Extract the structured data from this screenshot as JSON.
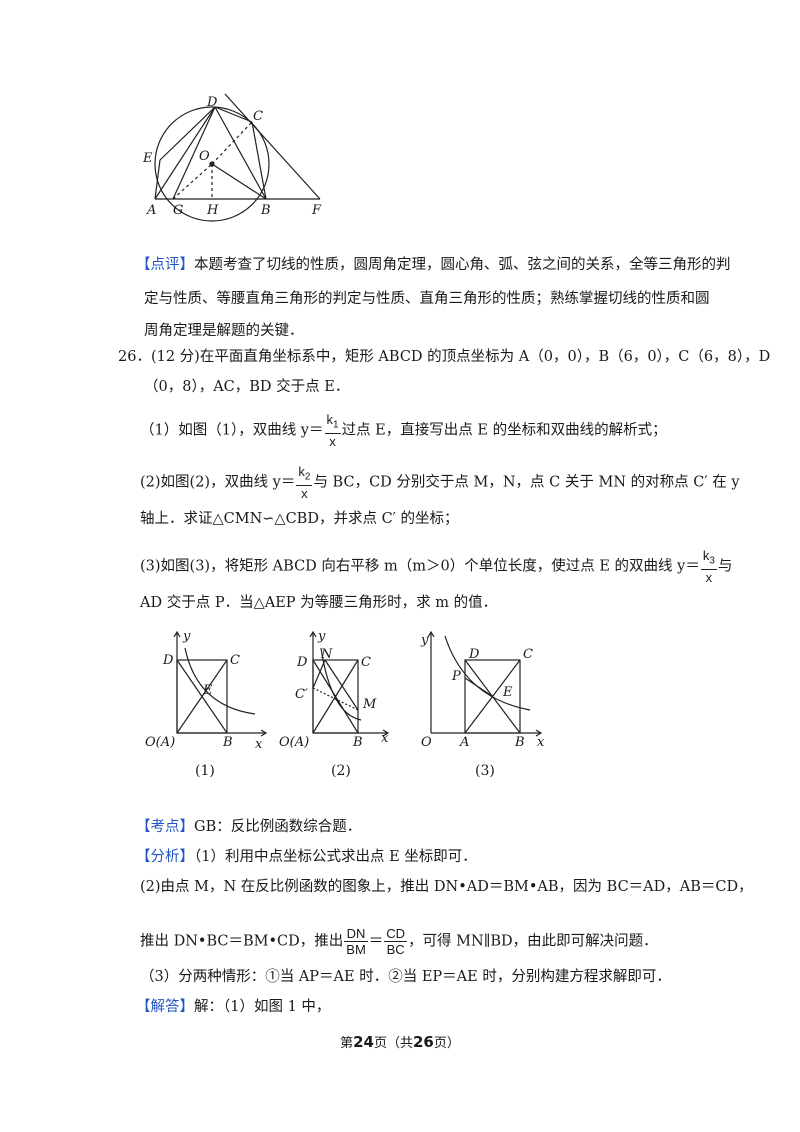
{
  "figure_top": {
    "labels": {
      "D": "D",
      "C": "C",
      "E": "E",
      "O": "O",
      "A": "A",
      "G": "G",
      "H": "H",
      "B": "B",
      "F": "F"
    }
  },
  "review": {
    "tag": "【点评】",
    "lines": [
      "本题考查了切线的性质，圆周角定理，圆心角、弧、弦之间的关系，全等三角形的判",
      "定与性质、等腰直角三角形的判定与性质、直角三角形的性质；熟练掌握切线的性质和圆",
      "周角定理是解题的关键．"
    ]
  },
  "problem": {
    "number": "26．",
    "score": "(12 分)",
    "line1": "在平面直角坐标系中，矩形 ABCD 的顶点坐标为 A（0，0），B（6，0），C（6，8），D",
    "line2": "（0，8），AC，BD 交于点 E．",
    "part1_pre": "（1）如图（1），双曲线 y＝",
    "k1_num": "k",
    "k1_sub": "1",
    "k_den": "x",
    "part1_post": "过点 E，直接写出点 E 的坐标和双曲线的解析式；",
    "part2_pre": "(2)如图(2)，双曲线 y＝",
    "k2_sub": "2",
    "part2_post": "与 BC，CD 分别交于点 M，N，点 C 关于 MN 的对称点 C′ 在 y",
    "part2_line2": "轴上．求证△CMN∽△CBD，并求点 C′ 的坐标；",
    "part3_pre": "(3)如图(3)，将矩形 ABCD 向右平移 m（m＞0）个单位长度，使过点 E 的双曲线 y＝",
    "k3_sub": "3",
    "part3_post": "与",
    "part3_line2": "AD 交于点 P．当△AEP 为等腰三角形时，求 m 的值．"
  },
  "figures": {
    "fig1": {
      "caption": "(1)",
      "y": "y",
      "x": "x",
      "D": "D",
      "C": "C",
      "E": "E",
      "O": "O(A)",
      "B": "B"
    },
    "fig2": {
      "caption": "(2)",
      "y": "y",
      "x": "x",
      "D": "D",
      "N": "N",
      "C": "C",
      "Cp": "C′",
      "M": "M",
      "O": "O(A)",
      "B": "B"
    },
    "fig3": {
      "caption": "(3)",
      "y": "y",
      "x": "x",
      "D": "D",
      "C": "C",
      "P": "P",
      "E": "E",
      "O": "O",
      "A": "A",
      "B": "B"
    }
  },
  "kaodian": {
    "tag": "【考点】",
    "text": "GB：反比例函数综合题．"
  },
  "fenxi": {
    "tag": "【分析】",
    "line1": "（1）利用中点坐标公式求出点 E 坐标即可．",
    "line2": "(2)由点 M，N 在反比例函数的图象上，推出 DN•AD＝BM•AB，因为 BC＝AD，AB＝CD，",
    "line3_pre": "推出 DN•BC＝BM•CD，推出",
    "frac_a_num": "DN",
    "frac_a_den": "BM",
    "eq": "＝",
    "frac_b_num": "CD",
    "frac_b_den": "BC",
    "line3_post": "，可得 MN∥BD，由此即可解决问题．",
    "line4": "（3）分两种情形：①当 AP＝AE 时．②当 EP＝AE 时，分别构建方程求解即可．"
  },
  "jieda": {
    "tag": "【解答】",
    "text": "解：（1）如图 1 中，"
  },
  "footer": {
    "pre": "第",
    "page": "24",
    "mid": "页（共",
    "total": "26",
    "post": "页）"
  }
}
